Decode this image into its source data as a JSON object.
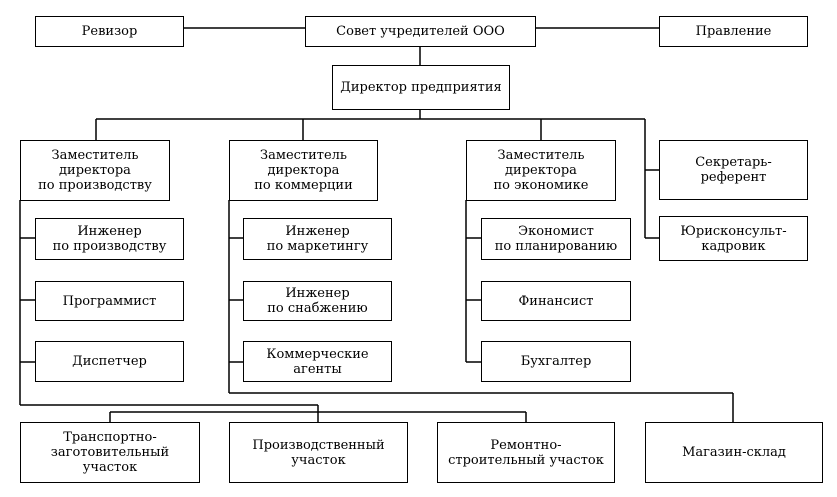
{
  "nodes": {
    "revizor": "Ревизор",
    "sovet": "Совет учредителей ООО",
    "pravlenie": "Правление",
    "direktor": "Директор  предприятия",
    "zam_proizv": "Заместитель\nдиректора\nпо производству",
    "zam_kommerc": "Заместитель\nдиректора\nпо коммерции",
    "zam_ekonom": "Заместитель\nдиректора\nпо экономике",
    "sekretar": "Секретарь-\nреферент",
    "yuriskonsult": "Юрисконсульт-\nкадровик",
    "inzh_proizv": "Инженер\nпо производству",
    "programmist": "Программист",
    "dispetcher": "Диспетчер",
    "inzh_market": "Инженер\nпо   маркетингу",
    "inzh_snab": "Инженер\nпо    снабжению",
    "kommerc_agenty": "Коммерческие\nагенты",
    "ekonomist": "Экономист\nпо планированию",
    "finansist": "Финансист",
    "buhgalter": "Бухгалтер",
    "transport": "Транспортно-\nзаготовительный\nучасток",
    "proizv_uchastok": "Производственный\nучасток",
    "remont": "Ремонтно-\nстроительный участок",
    "magazin": "Магазин-склад"
  }
}
